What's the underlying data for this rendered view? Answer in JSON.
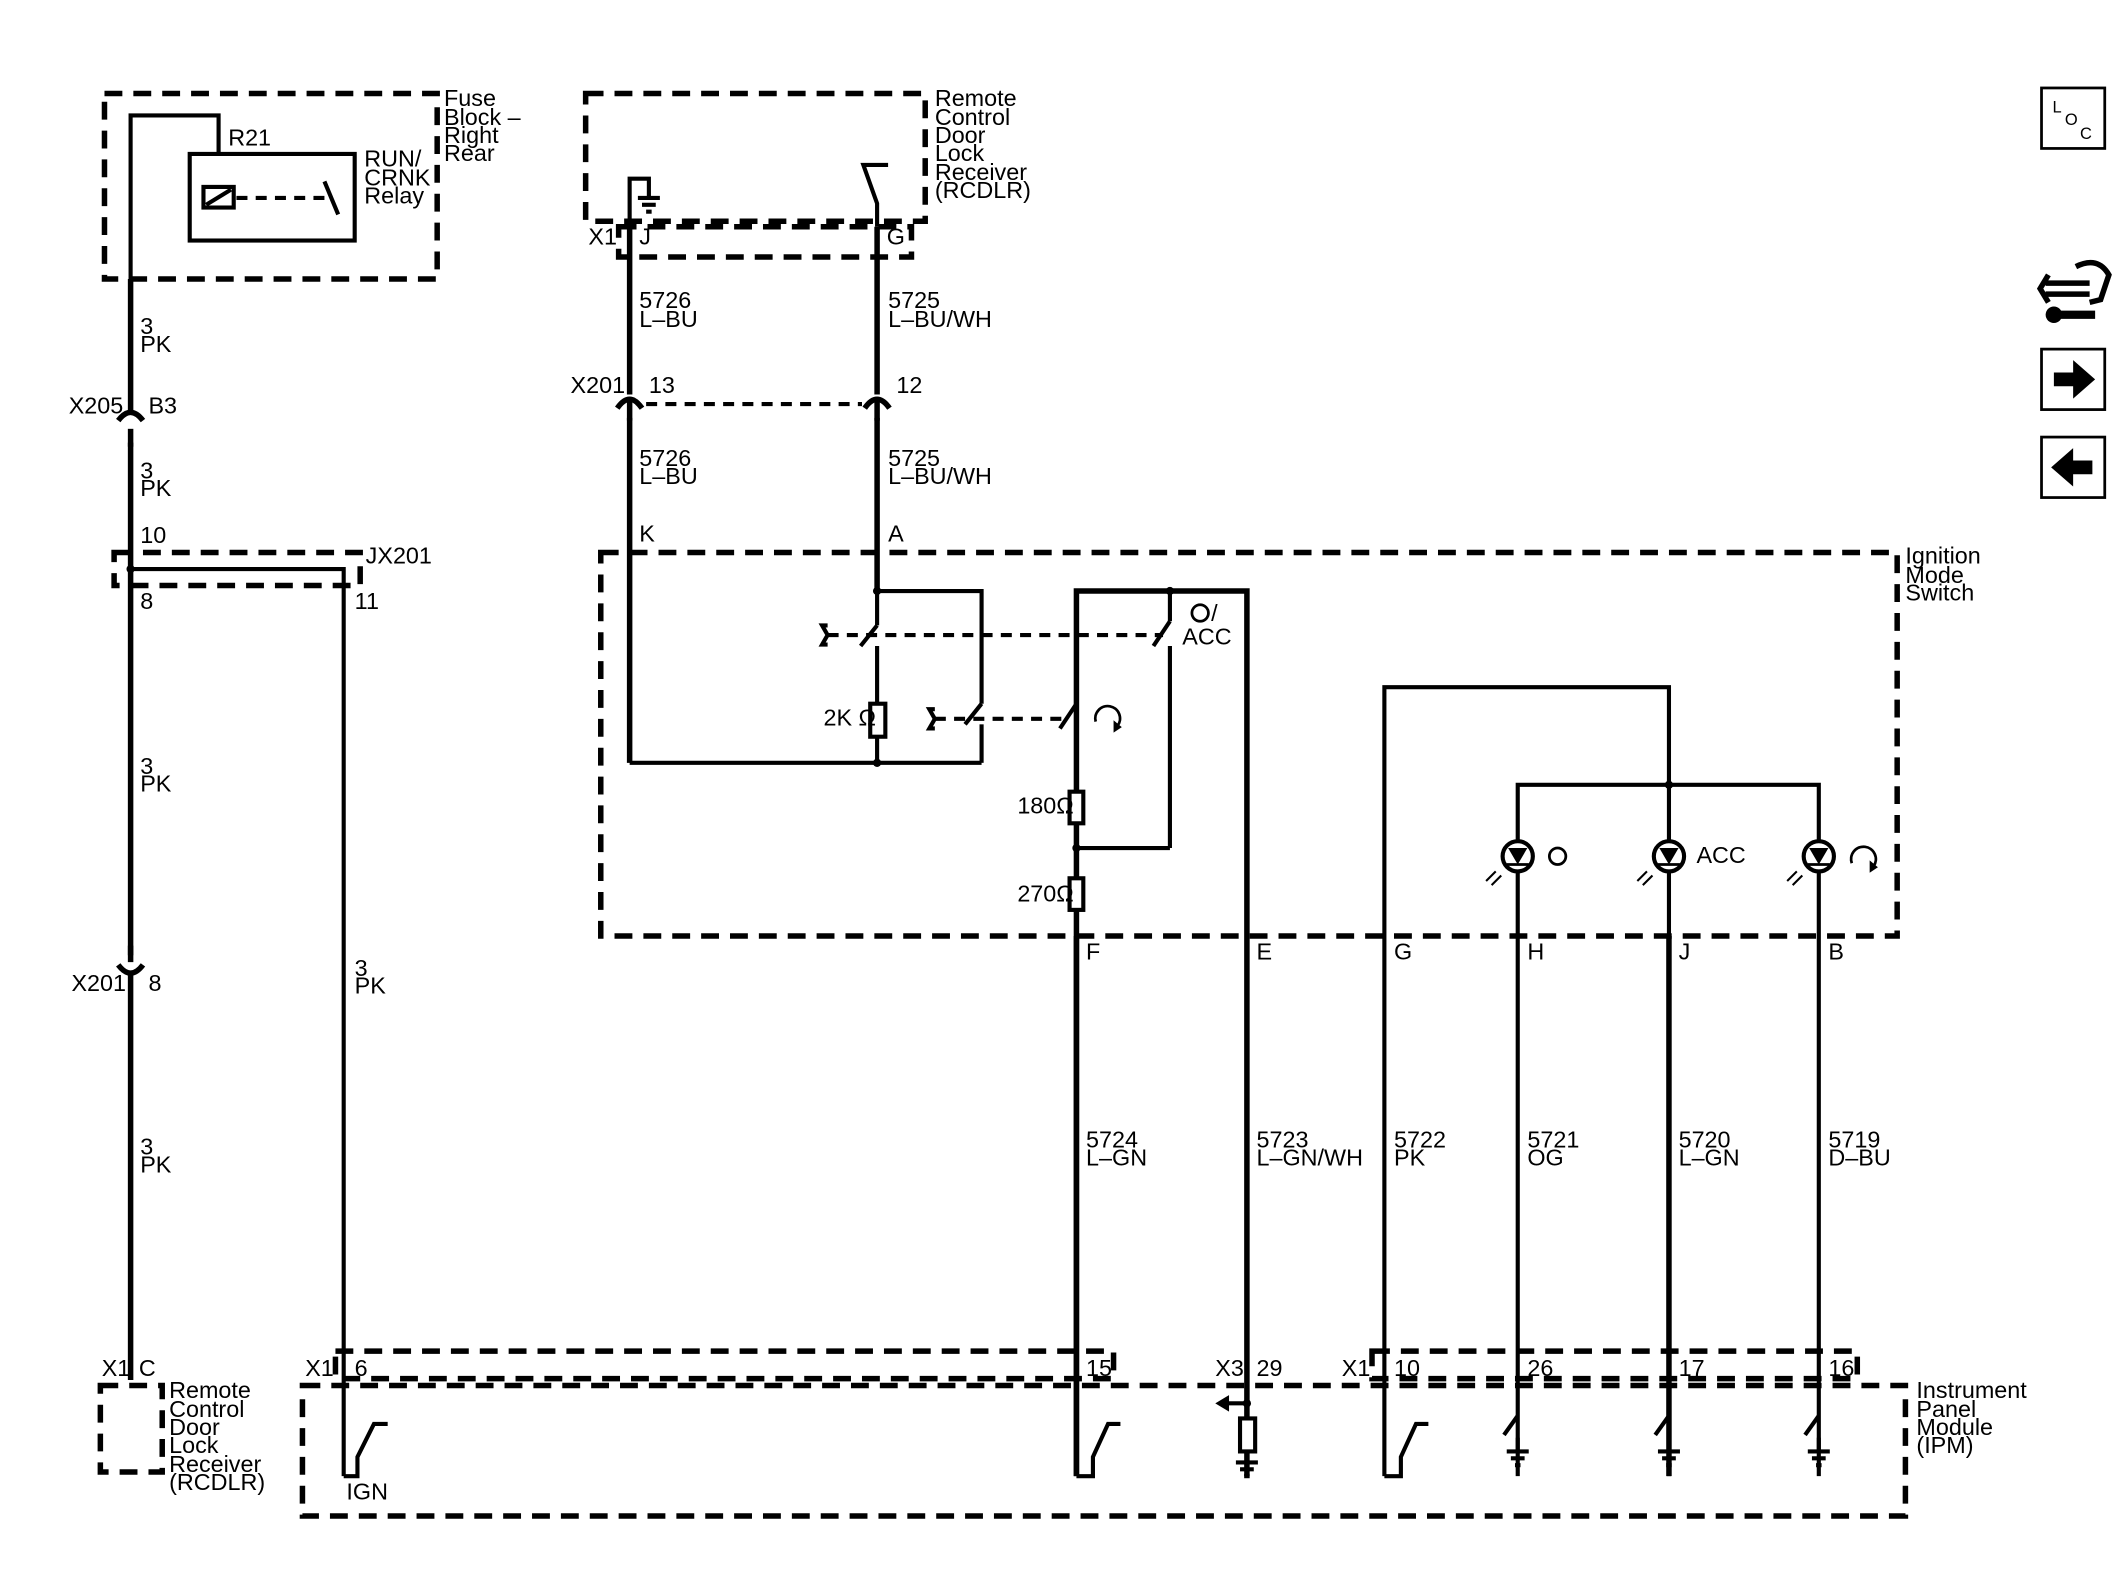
{
  "components": {
    "fuse_block": [
      "Fuse",
      "Block –",
      "Right",
      "Rear"
    ],
    "relay_ref": "R21",
    "relay": [
      "RUN/",
      "CRNK",
      "Relay"
    ],
    "rcdlr_top": [
      "Remote",
      "Control",
      "Door",
      "Lock",
      "Receiver",
      "(RCDLR)"
    ],
    "ignition_switch": [
      "Ignition",
      "Mode",
      "Switch"
    ],
    "rcdlr_bottom": [
      "Remote",
      "Control",
      "Door",
      "Lock",
      "Receiver",
      "(RCDLR)"
    ],
    "ipm": [
      "Instrument",
      "Panel",
      "Module",
      "(IPM)"
    ]
  },
  "connectors": {
    "x1": "X1",
    "x201": "X201",
    "x205": "X205",
    "jx201": "JX201",
    "x3": "X3"
  },
  "pins": {
    "j": "J",
    "g": "G",
    "p13": "13",
    "p12": "12",
    "k": "K",
    "a": "A",
    "b3": "B3",
    "p10": "10",
    "p8": "8",
    "p11": "11",
    "x201_8": "8",
    "c": "C",
    "p6": "6",
    "f": "F",
    "e": "E",
    "g2": "G",
    "h": "H",
    "j2": "J",
    "b": "B",
    "p15": "15",
    "p29": "29",
    "p10b": "10",
    "p26": "26",
    "p17": "17",
    "p16": "16"
  },
  "wires": {
    "w5726": [
      "5726",
      "L–BU"
    ],
    "w5725": [
      "5725",
      "L–BU/WH"
    ],
    "pk3": [
      "3",
      "PK"
    ],
    "w5724": [
      "5724",
      "L–GN"
    ],
    "w5723": [
      "5723",
      "L–GN/WH"
    ],
    "w5722": [
      "5722",
      "PK"
    ],
    "w5721": [
      "5721",
      "OG"
    ],
    "w5720": [
      "5720",
      "L–GN"
    ],
    "w5719": [
      "5719",
      "D–BU"
    ]
  },
  "resistors": {
    "r2k": "2K Ω",
    "r180": "180Ω",
    "r270": "270Ω"
  },
  "switch_positions": {
    "off": "O",
    "off_acc": "/",
    "acc": "ACC"
  },
  "ign_label": "IGN",
  "nav": {
    "loc": [
      "L",
      "O",
      "C"
    ],
    "icons": [
      "wrench-connector-icon",
      "arrow-right-icon",
      "arrow-left-icon"
    ]
  }
}
